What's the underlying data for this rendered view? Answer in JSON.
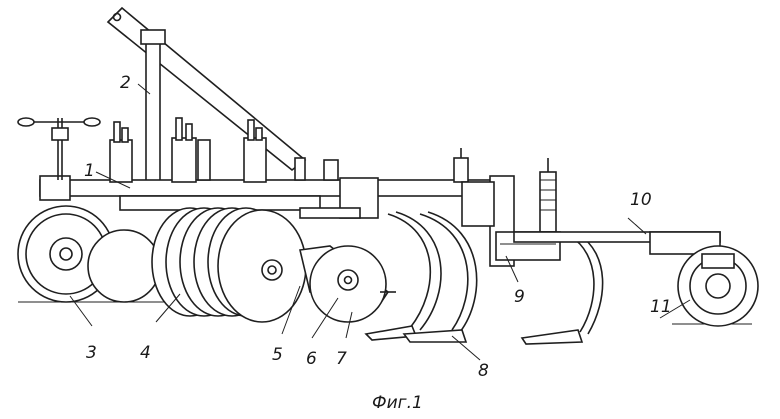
{
  "caption": "Фиг.1",
  "labels": {
    "l1": "1",
    "l2": "2",
    "l3": "3",
    "l4": "4",
    "l5": "5",
    "l6": "6",
    "l7": "7",
    "l8": "8",
    "l9": "9",
    "l10": "10",
    "l11": "11"
  }
}
